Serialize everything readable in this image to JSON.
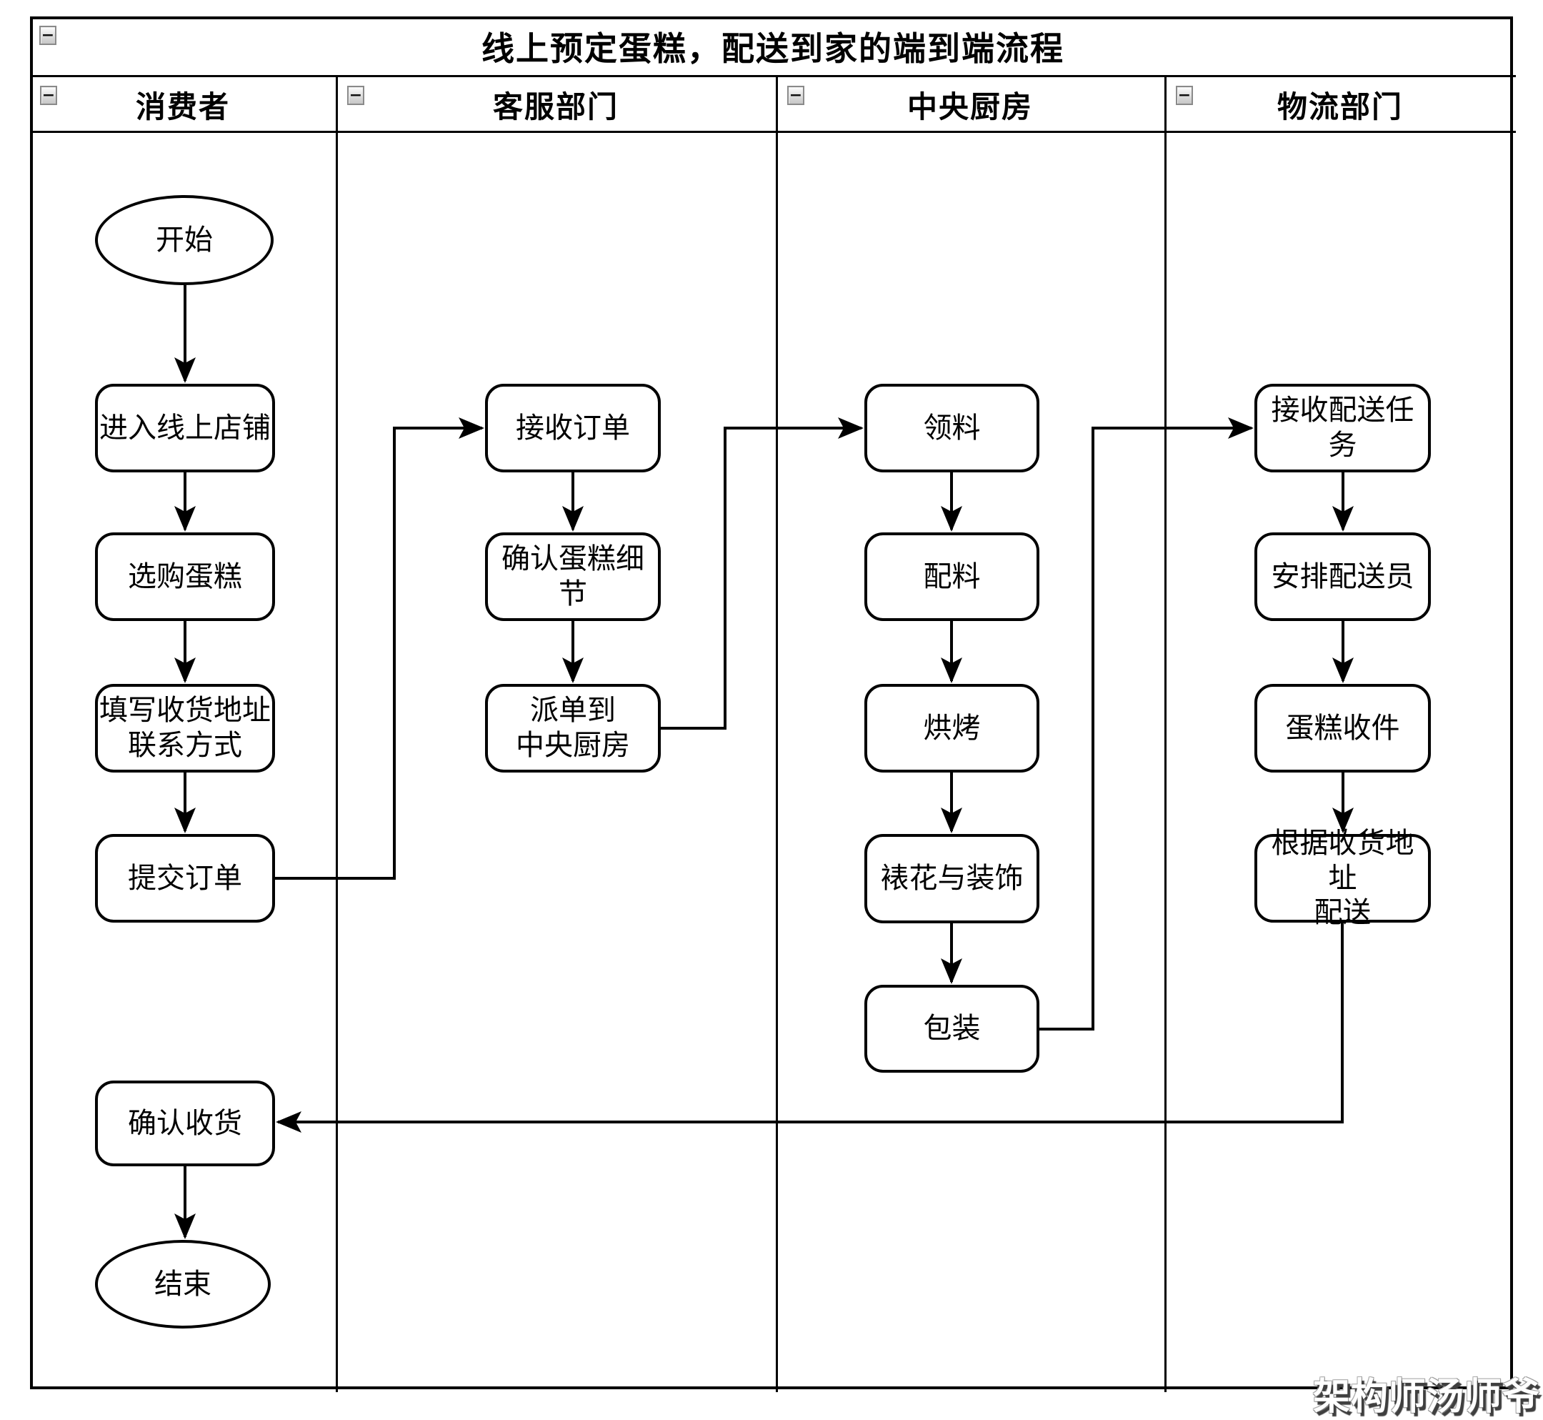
{
  "title": "线上预定蛋糕，配送到家的端到端流程",
  "icons": {
    "collapse": "−"
  },
  "lanes": [
    {
      "label": "消费者"
    },
    {
      "label": "客服部门"
    },
    {
      "label": "中央厨房"
    },
    {
      "label": "物流部门"
    }
  ],
  "nodes": {
    "start": "开始",
    "enter_store": "进入线上店铺",
    "select_cake": "选购蛋糕",
    "fill_address": "填写收货地址\n联系方式",
    "submit_order": "提交订单",
    "confirm_receipt": "确认收货",
    "end": "结束",
    "receive_order": "接收订单",
    "confirm_details": "确认蛋糕细节",
    "dispatch_to_kitchen": "派单到\n中央厨房",
    "get_materials": "领料",
    "prepare_ingredients": "配料",
    "bake": "烘烤",
    "decorate": "裱花与装饰",
    "pack": "包装",
    "receive_task": "接收配送任务",
    "arrange_courier": "安排配送员",
    "pickup_cake": "蛋糕收件",
    "deliver_by_address": "根据收货地址\n配送"
  },
  "watermark": "架构师汤师爷"
}
